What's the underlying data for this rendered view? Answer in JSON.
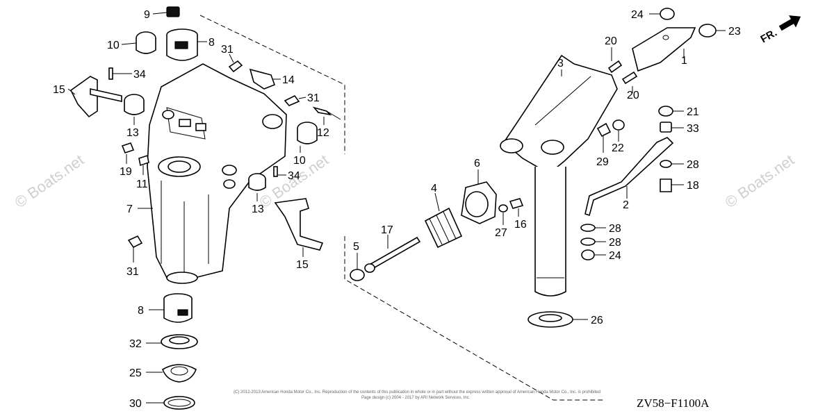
{
  "diagram": {
    "code": "ZV58−F1100A",
    "direction_label": "FR.",
    "watermark": "© Boats.net",
    "copyright_line1": "(C) 2012-2013 American Honda Motor Co., Inc. Reproduction of the contents of this publication in whole or in part without the express written approval of American Honda Motor Co., Inc. is prohibited",
    "copyright_line2": "Page design (c) 2004 - 2017 by ARI Network Services, Inc.",
    "callouts": [
      {
        "id": "c9",
        "label": "9"
      },
      {
        "id": "c10a",
        "label": "10"
      },
      {
        "id": "c8a",
        "label": "8"
      },
      {
        "id": "c31a",
        "label": "31"
      },
      {
        "id": "c34a",
        "label": "34"
      },
      {
        "id": "c15a",
        "label": "15"
      },
      {
        "id": "c14",
        "label": "14"
      },
      {
        "id": "c31b",
        "label": "31"
      },
      {
        "id": "c13a",
        "label": "13"
      },
      {
        "id": "c12",
        "label": "12"
      },
      {
        "id": "c10b",
        "label": "10"
      },
      {
        "id": "c19",
        "label": "19"
      },
      {
        "id": "c11",
        "label": "11"
      },
      {
        "id": "c34b",
        "label": "34"
      },
      {
        "id": "c7",
        "label": "7"
      },
      {
        "id": "c13b",
        "label": "13"
      },
      {
        "id": "c15b",
        "label": "15"
      },
      {
        "id": "c31c",
        "label": "31"
      },
      {
        "id": "c8b",
        "label": "8"
      },
      {
        "id": "c32",
        "label": "32"
      },
      {
        "id": "c25",
        "label": "25"
      },
      {
        "id": "c30",
        "label": "30"
      },
      {
        "id": "c24a",
        "label": "24"
      },
      {
        "id": "c23",
        "label": "23"
      },
      {
        "id": "c20a",
        "label": "20"
      },
      {
        "id": "c3",
        "label": "3"
      },
      {
        "id": "c1",
        "label": "1"
      },
      {
        "id": "c20b",
        "label": "20"
      },
      {
        "id": "c21",
        "label": "21"
      },
      {
        "id": "c33",
        "label": "33"
      },
      {
        "id": "c22",
        "label": "22"
      },
      {
        "id": "c29",
        "label": "29"
      },
      {
        "id": "c28a",
        "label": "28"
      },
      {
        "id": "c6",
        "label": "6"
      },
      {
        "id": "c18",
        "label": "18"
      },
      {
        "id": "c4",
        "label": "4"
      },
      {
        "id": "c2",
        "label": "2"
      },
      {
        "id": "c16",
        "label": "16"
      },
      {
        "id": "c27",
        "label": "27"
      },
      {
        "id": "c17",
        "label": "17"
      },
      {
        "id": "c28b",
        "label": "28"
      },
      {
        "id": "c28c",
        "label": "28"
      },
      {
        "id": "c5",
        "label": "5"
      },
      {
        "id": "c24b",
        "label": "24"
      },
      {
        "id": "c26",
        "label": "26"
      }
    ]
  }
}
